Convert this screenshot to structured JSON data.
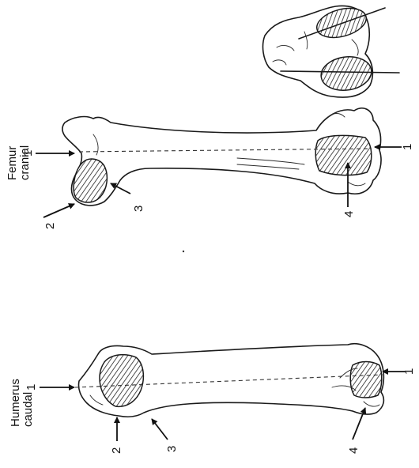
{
  "figure": {
    "femur_label_line1": "Femur",
    "femur_label_line2": "cranial",
    "humerus_label_line1": "Humerus",
    "humerus_label_line2": "caudal",
    "femur_markers": [
      "1",
      "2",
      "3",
      "4",
      "1"
    ],
    "humerus_markers": [
      "1",
      "2",
      "3",
      "4",
      "1"
    ]
  }
}
